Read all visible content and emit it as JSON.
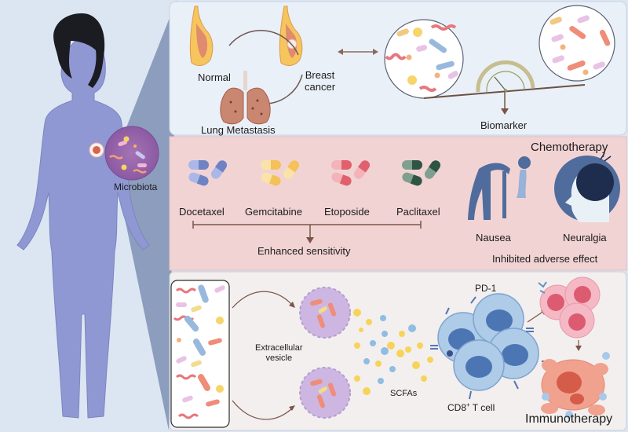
{
  "figure": {
    "left_panel": {
      "microbiota_label": "Microbiota"
    },
    "top_panel": {
      "normal_label": "Normal",
      "breast_cancer_label_line1": "Breast",
      "breast_cancer_label_line2": "cancer",
      "lung_metastasis_label": "Lung Metastasis",
      "biomarker_label": "Biomarker"
    },
    "chemo_panel": {
      "title": "Chemotherapy",
      "drugs": [
        {
          "name": "Docetaxel",
          "color_dark": "#6f82c4",
          "color_light": "#a9b8e8"
        },
        {
          "name": "Gemcitabine",
          "color_dark": "#f4c15a",
          "color_light": "#fbe3a8"
        },
        {
          "name": "Etoposide",
          "color_dark": "#e0606e",
          "color_light": "#f3b3b8"
        },
        {
          "name": "Paclitaxel",
          "color_dark": "#2f5444",
          "color_light": "#7fa08e"
        }
      ],
      "enhanced_label": "Enhanced sensitivity",
      "side_effects": [
        {
          "name": "Nausea"
        },
        {
          "name": "Neuralgia"
        }
      ],
      "inhibited_label": "Inhibited adverse effect"
    },
    "immuno_panel": {
      "title": "Immunotherapy",
      "ev_label_line1": "Extracellular",
      "ev_label_line2": "vesicle",
      "scfa_label": "SCFAs",
      "pd1_label": "PD-1",
      "cd8_label_prefix": "CD8",
      "cd8_label_sup": "+",
      "cd8_label_suffix": " T cell"
    },
    "colors": {
      "background": "#dbe6f2",
      "top_panel": "#eaf0f7",
      "chemo_panel": "#f2d3d3",
      "immuno_panel": "#f3efee",
      "body": "#8f98d2",
      "arrow": "#7a5448"
    }
  }
}
